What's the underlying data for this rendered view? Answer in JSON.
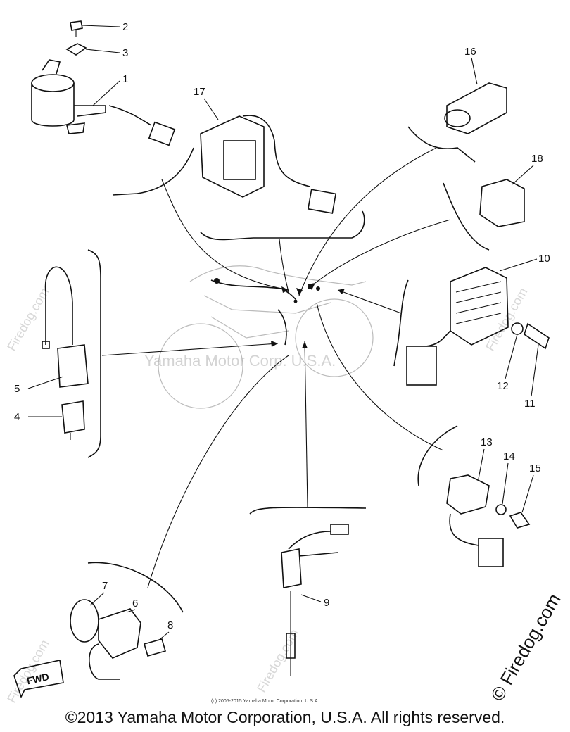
{
  "part_labels": [
    "1",
    "2",
    "3",
    "4",
    "5",
    "6",
    "7",
    "8",
    "9",
    "10",
    "11",
    "12",
    "13",
    "14",
    "15",
    "16",
    "17",
    "18"
  ],
  "watermark": "Yamaha Motor Corp. U.S.A.",
  "side_watermark": "Firedog.com",
  "site_logo": "© Firedog.com",
  "small_credit": "(c) 2005-2015 Yamaha Motor Corporation, U.S.A.",
  "copyright": "©2013 Yamaha Motor Corporation, U.S.A. All rights reserved.",
  "fwd_label": "FWD"
}
